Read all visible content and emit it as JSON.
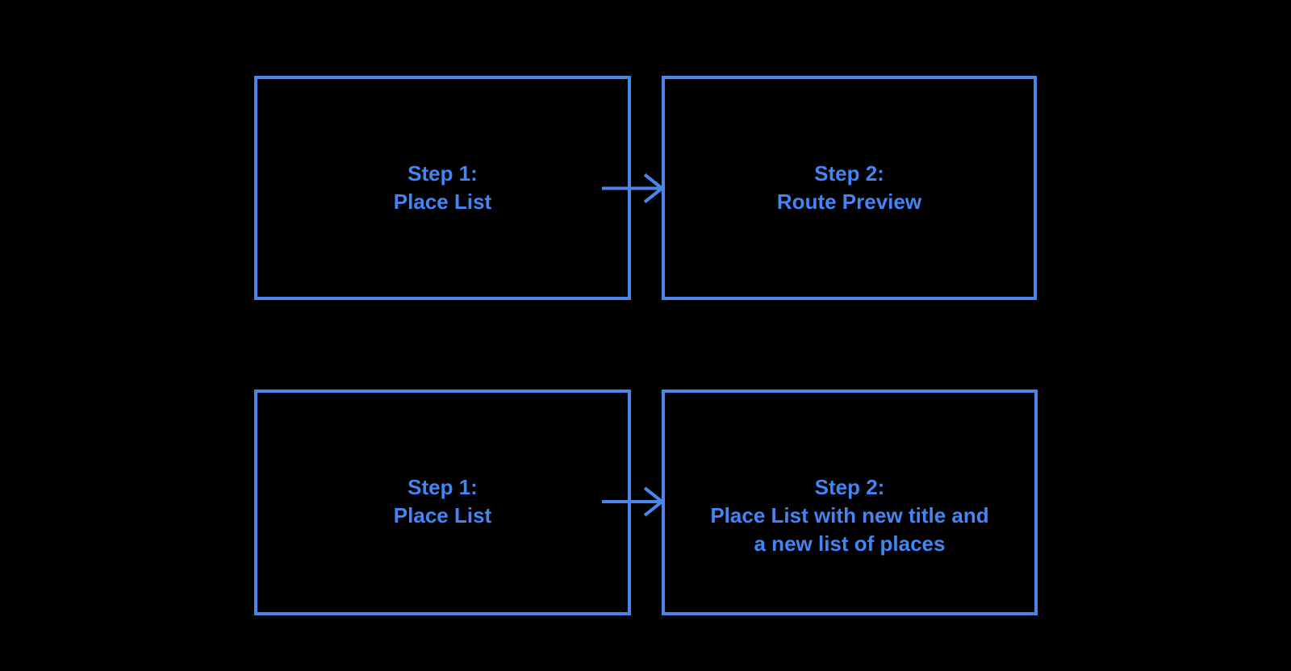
{
  "diagram": {
    "background_color": "#000000",
    "accent_color": "#4a86e8",
    "text_color": "#4285f4",
    "rows": [
      {
        "from": "Step 1:\nPlace List",
        "to": "Step 2:\nRoute Preview"
      },
      {
        "from": "Step 1:\nPlace List",
        "to": "Step 2:\nPlace List with new title and\na new list of places"
      }
    ]
  }
}
